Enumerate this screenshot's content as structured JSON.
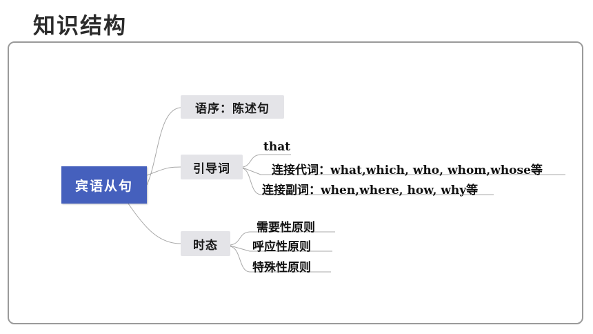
{
  "header": {
    "title": "知识结构"
  },
  "mindmap": {
    "root": "宾语从句",
    "branches": {
      "word_order": {
        "label": "语序：陈述句"
      },
      "connectives": {
        "label": "引导词",
        "items": [
          "that",
          "连接代词：what,which, who, whom,whose等",
          "连接副词：when,where, how, why等"
        ]
      },
      "tense": {
        "label": "时态",
        "items": [
          "需要性原则",
          "呼应性原则",
          "特殊性原则"
        ]
      }
    }
  },
  "colors": {
    "root_fill": "#4560bd",
    "branch_fill": "#e4e4e8",
    "line": "#a8a8a8",
    "frame": "#9a9a9a"
  }
}
